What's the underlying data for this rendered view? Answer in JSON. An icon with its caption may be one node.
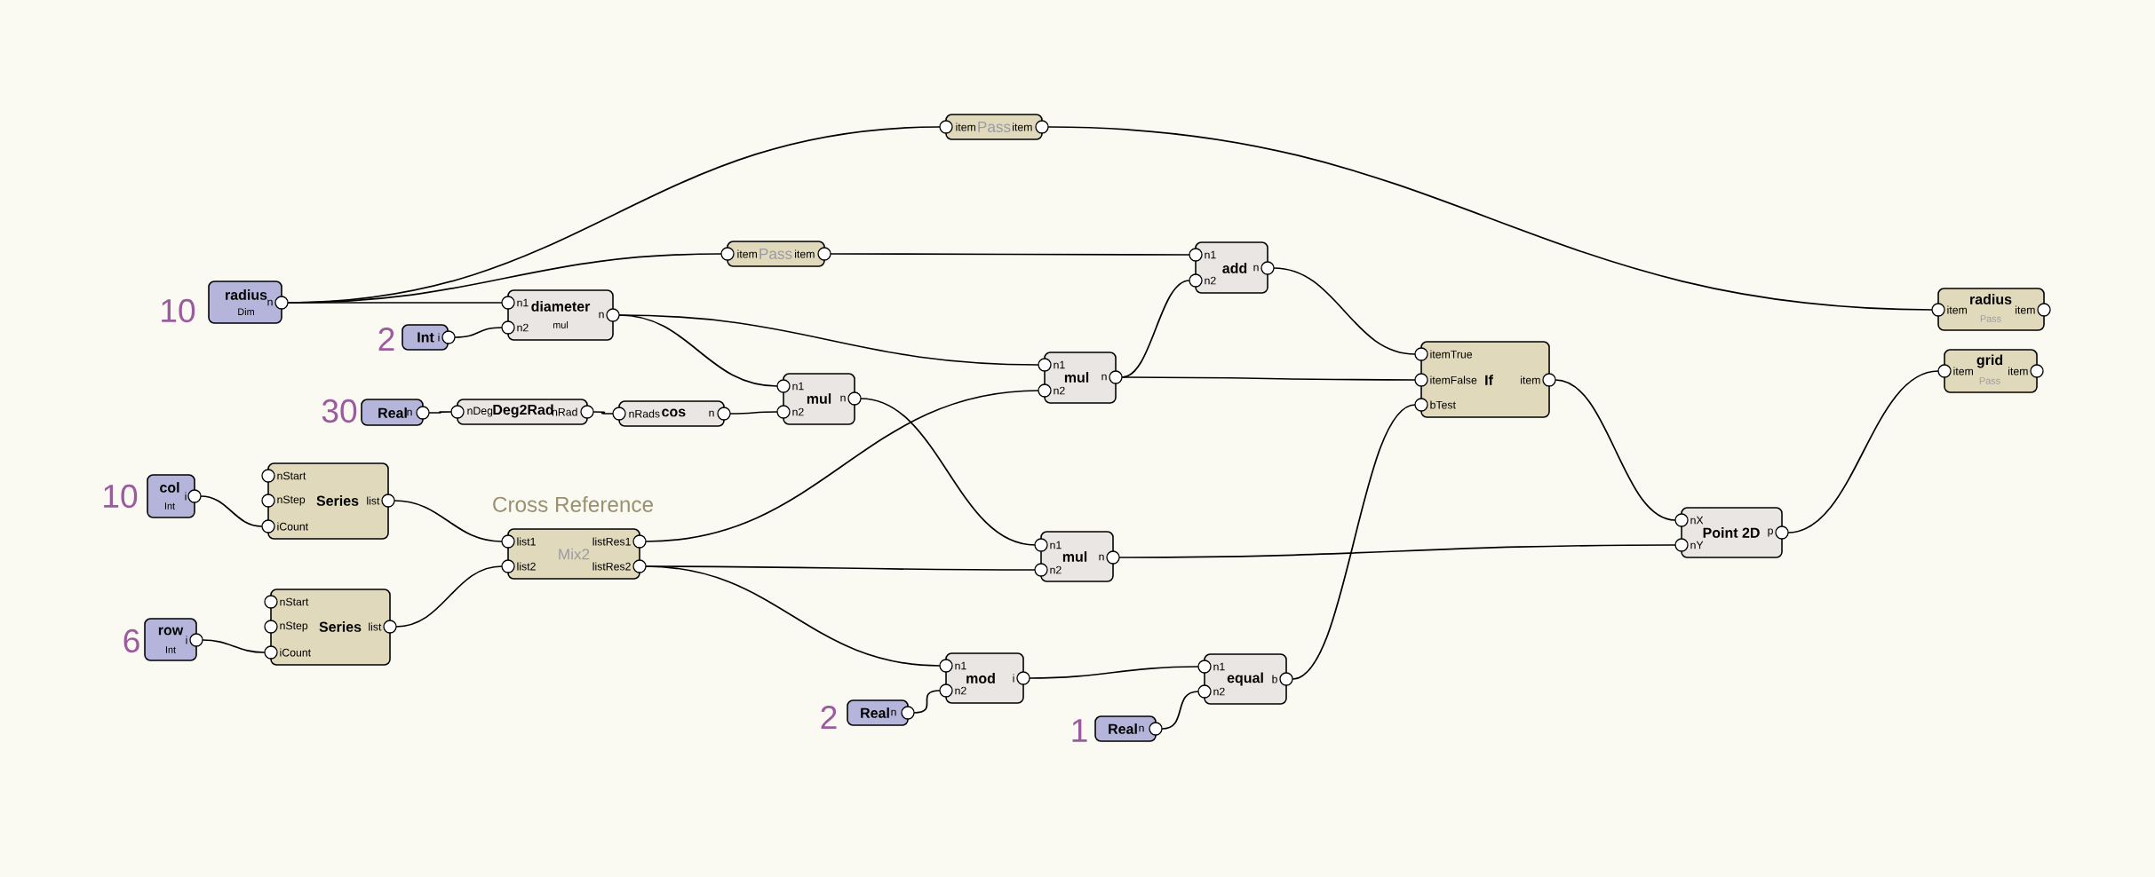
{
  "diagram": {
    "nodes": [
      {
        "text": [
          "item",
          "Pass",
          "item"
        ]
      },
      {
        "text": [
          "item",
          "Pass",
          "item"
        ]
      },
      {
        "text": [
          "add",
          "n1",
          "n2",
          "n"
        ]
      },
      {
        "text": [
          "radius",
          "Dim",
          "n"
        ],
        "beside": [
          "10"
        ]
      },
      {
        "text": [
          "radius",
          "Pass",
          "item",
          "item"
        ]
      },
      {
        "text": [
          "diameter",
          "mul",
          "n1",
          "n2",
          "n"
        ]
      },
      {
        "text": [
          "Int",
          "i"
        ],
        "beside": [
          "2"
        ]
      },
      {
        "text": [
          "If",
          "itemTrue",
          "itemFalse",
          "bTest",
          "item"
        ]
      },
      {
        "text": [
          "mul",
          "n1",
          "n2",
          "n"
        ]
      },
      {
        "text": [
          "grid",
          "Pass",
          "item",
          "item"
        ]
      },
      {
        "text": [
          "mul",
          "n1",
          "n2",
          "n"
        ]
      },
      {
        "text": [
          "Real",
          "n"
        ],
        "beside": [
          "30"
        ]
      },
      {
        "text": [
          "nDeg",
          "Deg2Rad",
          "nRad"
        ]
      },
      {
        "text": [
          "nRads",
          "cos",
          "n"
        ]
      },
      {
        "text": [
          "col",
          "Int",
          "i"
        ],
        "beside": [
          "10"
        ]
      },
      {
        "text": [
          "Series",
          "nStart",
          "nStep",
          "iCount",
          "list"
        ]
      },
      {
        "text": [
          "Point 2D",
          "nX",
          "nY",
          "p"
        ]
      },
      {
        "text": [
          "Mix2",
          "list1",
          "list2",
          "listRes1",
          "listRes2"
        ],
        "beside": [
          "Cross Reference"
        ]
      },
      {
        "text": [
          "mul",
          "n1",
          "n2",
          "n"
        ]
      },
      {
        "text": [
          "Series",
          "nStart",
          "nStep",
          "iCount",
          "list"
        ]
      },
      {
        "text": [
          "row",
          "Int",
          "i"
        ],
        "beside": [
          "6"
        ]
      },
      {
        "text": [
          "mod",
          "n1",
          "n2",
          "i"
        ]
      },
      {
        "text": [
          "equal",
          "n1",
          "n2",
          "b"
        ]
      },
      {
        "text": [
          "Real",
          "n"
        ],
        "beside": [
          "2"
        ]
      },
      {
        "text": [
          "Real",
          "n"
        ],
        "beside": [
          "1"
        ]
      }
    ],
    "edges": [
      {
        "from": 3,
        "to": 5,
        "arrow": "none"
      },
      {
        "from": 3,
        "to": 1,
        "arrow": "none"
      },
      {
        "from": 3,
        "to": 0,
        "arrow": "none"
      },
      {
        "from": 6,
        "to": 5,
        "arrow": "none"
      },
      {
        "from": 5,
        "to": 10,
        "arrow": "none"
      },
      {
        "from": 5,
        "to": 8,
        "arrow": "none"
      },
      {
        "from": 11,
        "to": 12,
        "arrow": "none"
      },
      {
        "from": 12,
        "to": 13,
        "arrow": "none"
      },
      {
        "from": 13,
        "to": 10,
        "arrow": "none"
      },
      {
        "from": 10,
        "to": 18,
        "arrow": "none"
      },
      {
        "from": 1,
        "to": 2,
        "arrow": "none"
      },
      {
        "from": 0,
        "to": 4,
        "arrow": "none"
      },
      {
        "from": 8,
        "to": 2,
        "arrow": "none"
      },
      {
        "from": 8,
        "to": 7,
        "arrow": "none"
      },
      {
        "from": 2,
        "to": 7,
        "arrow": "none"
      },
      {
        "from": 14,
        "to": 15,
        "arrow": "none"
      },
      {
        "from": 20,
        "to": 19,
        "arrow": "none"
      },
      {
        "from": 15,
        "to": 17,
        "arrow": "none"
      },
      {
        "from": 19,
        "to": 17,
        "arrow": "none"
      },
      {
        "from": 17,
        "to": 8,
        "arrow": "none"
      },
      {
        "from": 17,
        "to": 18,
        "arrow": "none"
      },
      {
        "from": 17,
        "to": 21,
        "arrow": "none"
      },
      {
        "from": 23,
        "to": 21,
        "arrow": "none"
      },
      {
        "from": 21,
        "to": 22,
        "arrow": "none"
      },
      {
        "from": 24,
        "to": 22,
        "arrow": "none"
      },
      {
        "from": 22,
        "to": 7,
        "arrow": "none"
      },
      {
        "from": 7,
        "to": 16,
        "arrow": "none"
      },
      {
        "from": 18,
        "to": 16,
        "arrow": "none"
      },
      {
        "from": 16,
        "to": 9,
        "arrow": "none"
      }
    ]
  }
}
